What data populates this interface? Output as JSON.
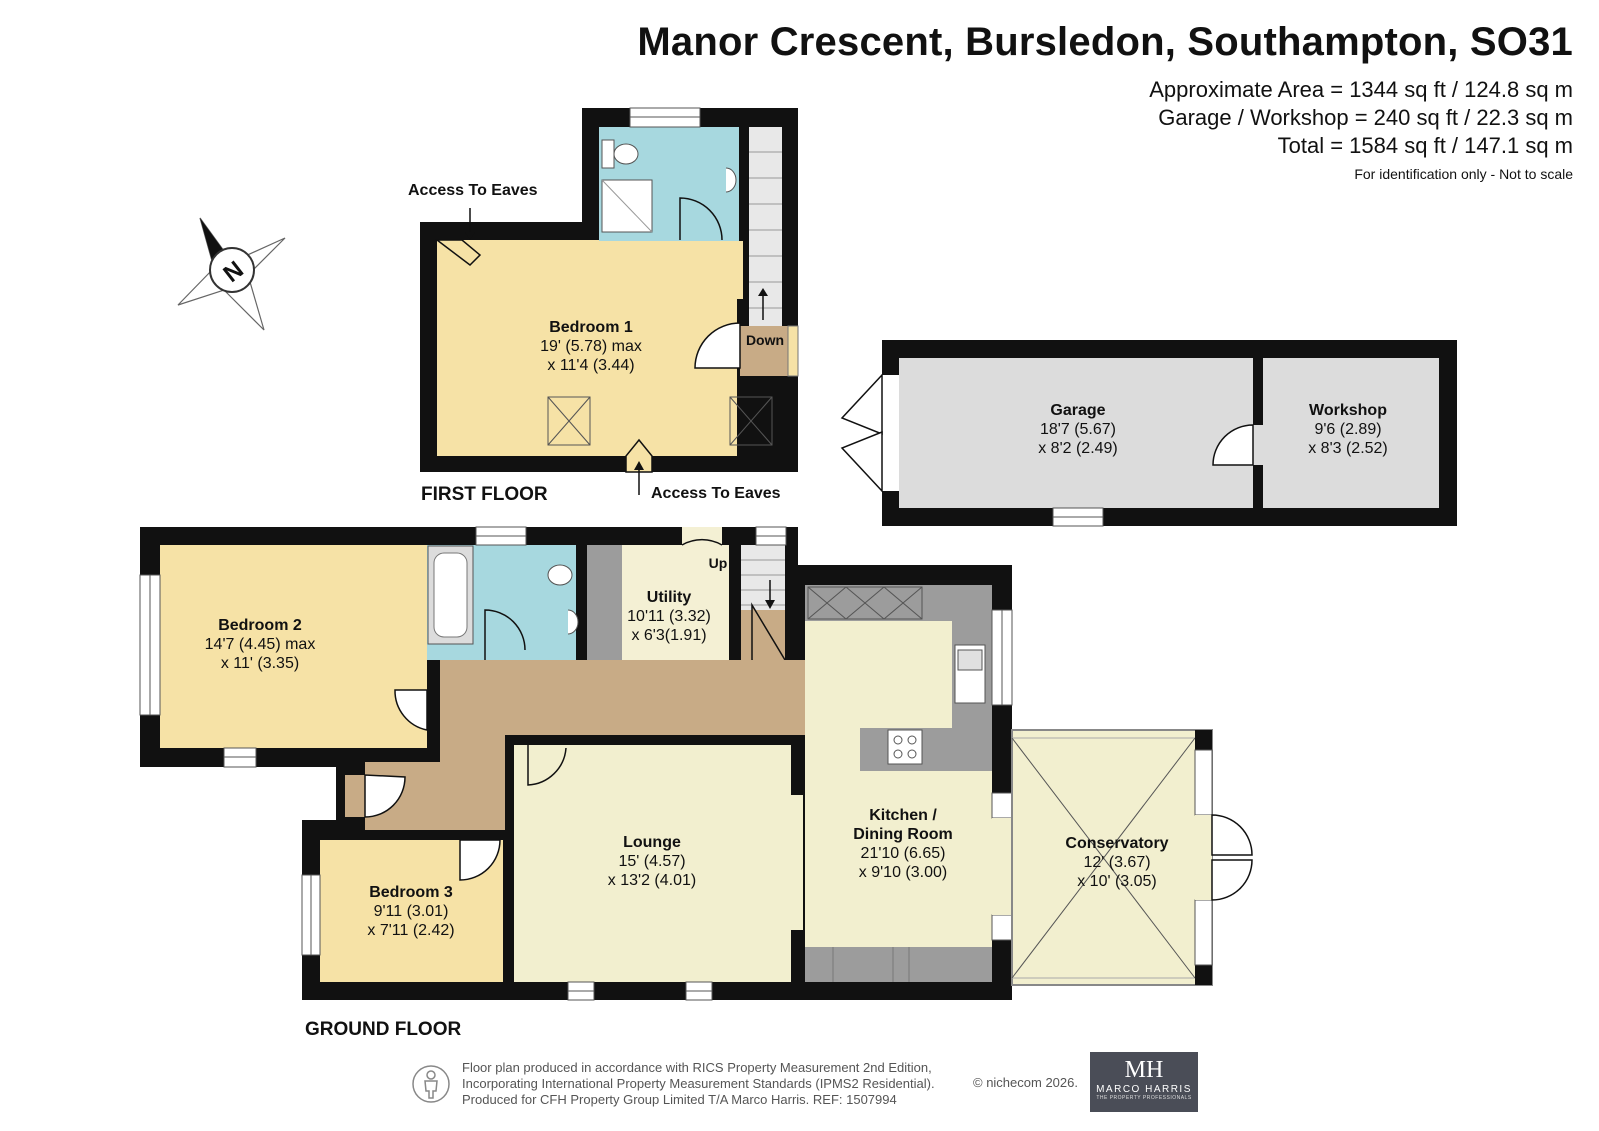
{
  "header": {
    "title": "Manor Crescent, Bursledon, Southampton, SO31",
    "approx_area": "Approximate Area = 1344 sq ft / 124.8 sq m",
    "garage_area": "Garage / Workshop = 240 sq ft / 22.3 sq m",
    "total_area": "Total = 1584 sq ft / 147.1 sq m",
    "disclaimer": "For identification only - Not to scale"
  },
  "compass": {
    "label": "N"
  },
  "floors": {
    "first": "FIRST FLOOR",
    "ground": "GROUND FLOOR"
  },
  "labels": {
    "eaves_top": "Access To Eaves",
    "eaves_bottom": "Access To Eaves",
    "down": "Down",
    "up": "Up"
  },
  "rooms": {
    "bedroom1": {
      "name": "Bedroom 1",
      "dim1": "19' (5.78) max",
      "dim2": "x 11'4 (3.44)"
    },
    "garage": {
      "name": "Garage",
      "dim1": "18'7 (5.67)",
      "dim2": "x 8'2 (2.49)"
    },
    "workshop": {
      "name": "Workshop",
      "dim1": "9'6 (2.89)",
      "dim2": "x 8'3 (2.52)"
    },
    "bedroom2": {
      "name": "Bedroom 2",
      "dim1": "14'7 (4.45) max",
      "dim2": "x 11' (3.35)"
    },
    "utility": {
      "name": "Utility",
      "dim1": "10'11 (3.32)",
      "dim2": "x 6'3(1.91)"
    },
    "lounge": {
      "name": "Lounge",
      "dim1": "15' (4.57)",
      "dim2": "x 13'2 (4.01)"
    },
    "kitchen": {
      "name": "Kitchen /",
      "name2": "Dining Room",
      "dim1": "21'10 (6.65)",
      "dim2": "x 9'10 (3.00)"
    },
    "conservatory": {
      "name": "Conservatory",
      "dim1": "12' (3.67)",
      "dim2": "x 10' (3.05)"
    },
    "bedroom3": {
      "name": "Bedroom 3",
      "dim1": "9'11 (3.01)",
      "dim2": "x 7'11 (2.42)"
    }
  },
  "footer": {
    "line1": "Floor plan produced in accordance with RICS Property Measurement 2nd Edition,",
    "line2": "Incorporating International Property Measurement Standards (IPMS2 Residential).",
    "line3": "Produced for CFH Property Group Limited T/A Marco Harris.   REF:  1507994",
    "copyright": "© nichecom 2026.",
    "logo_mark": "MH",
    "logo_name": "MARCO HARRIS",
    "logo_tagline": "THE PROPERTY PROFESSIONALS"
  },
  "colors": {
    "wall": "#111111",
    "bedroom": "#f6e2a6",
    "bathroom": "#a7d8df",
    "garage": "#dcdcdc",
    "hall": "#c8ab86",
    "living": "#f2efcf",
    "utility": "#f4f0d4",
    "fittings": "#9c9c9c"
  }
}
